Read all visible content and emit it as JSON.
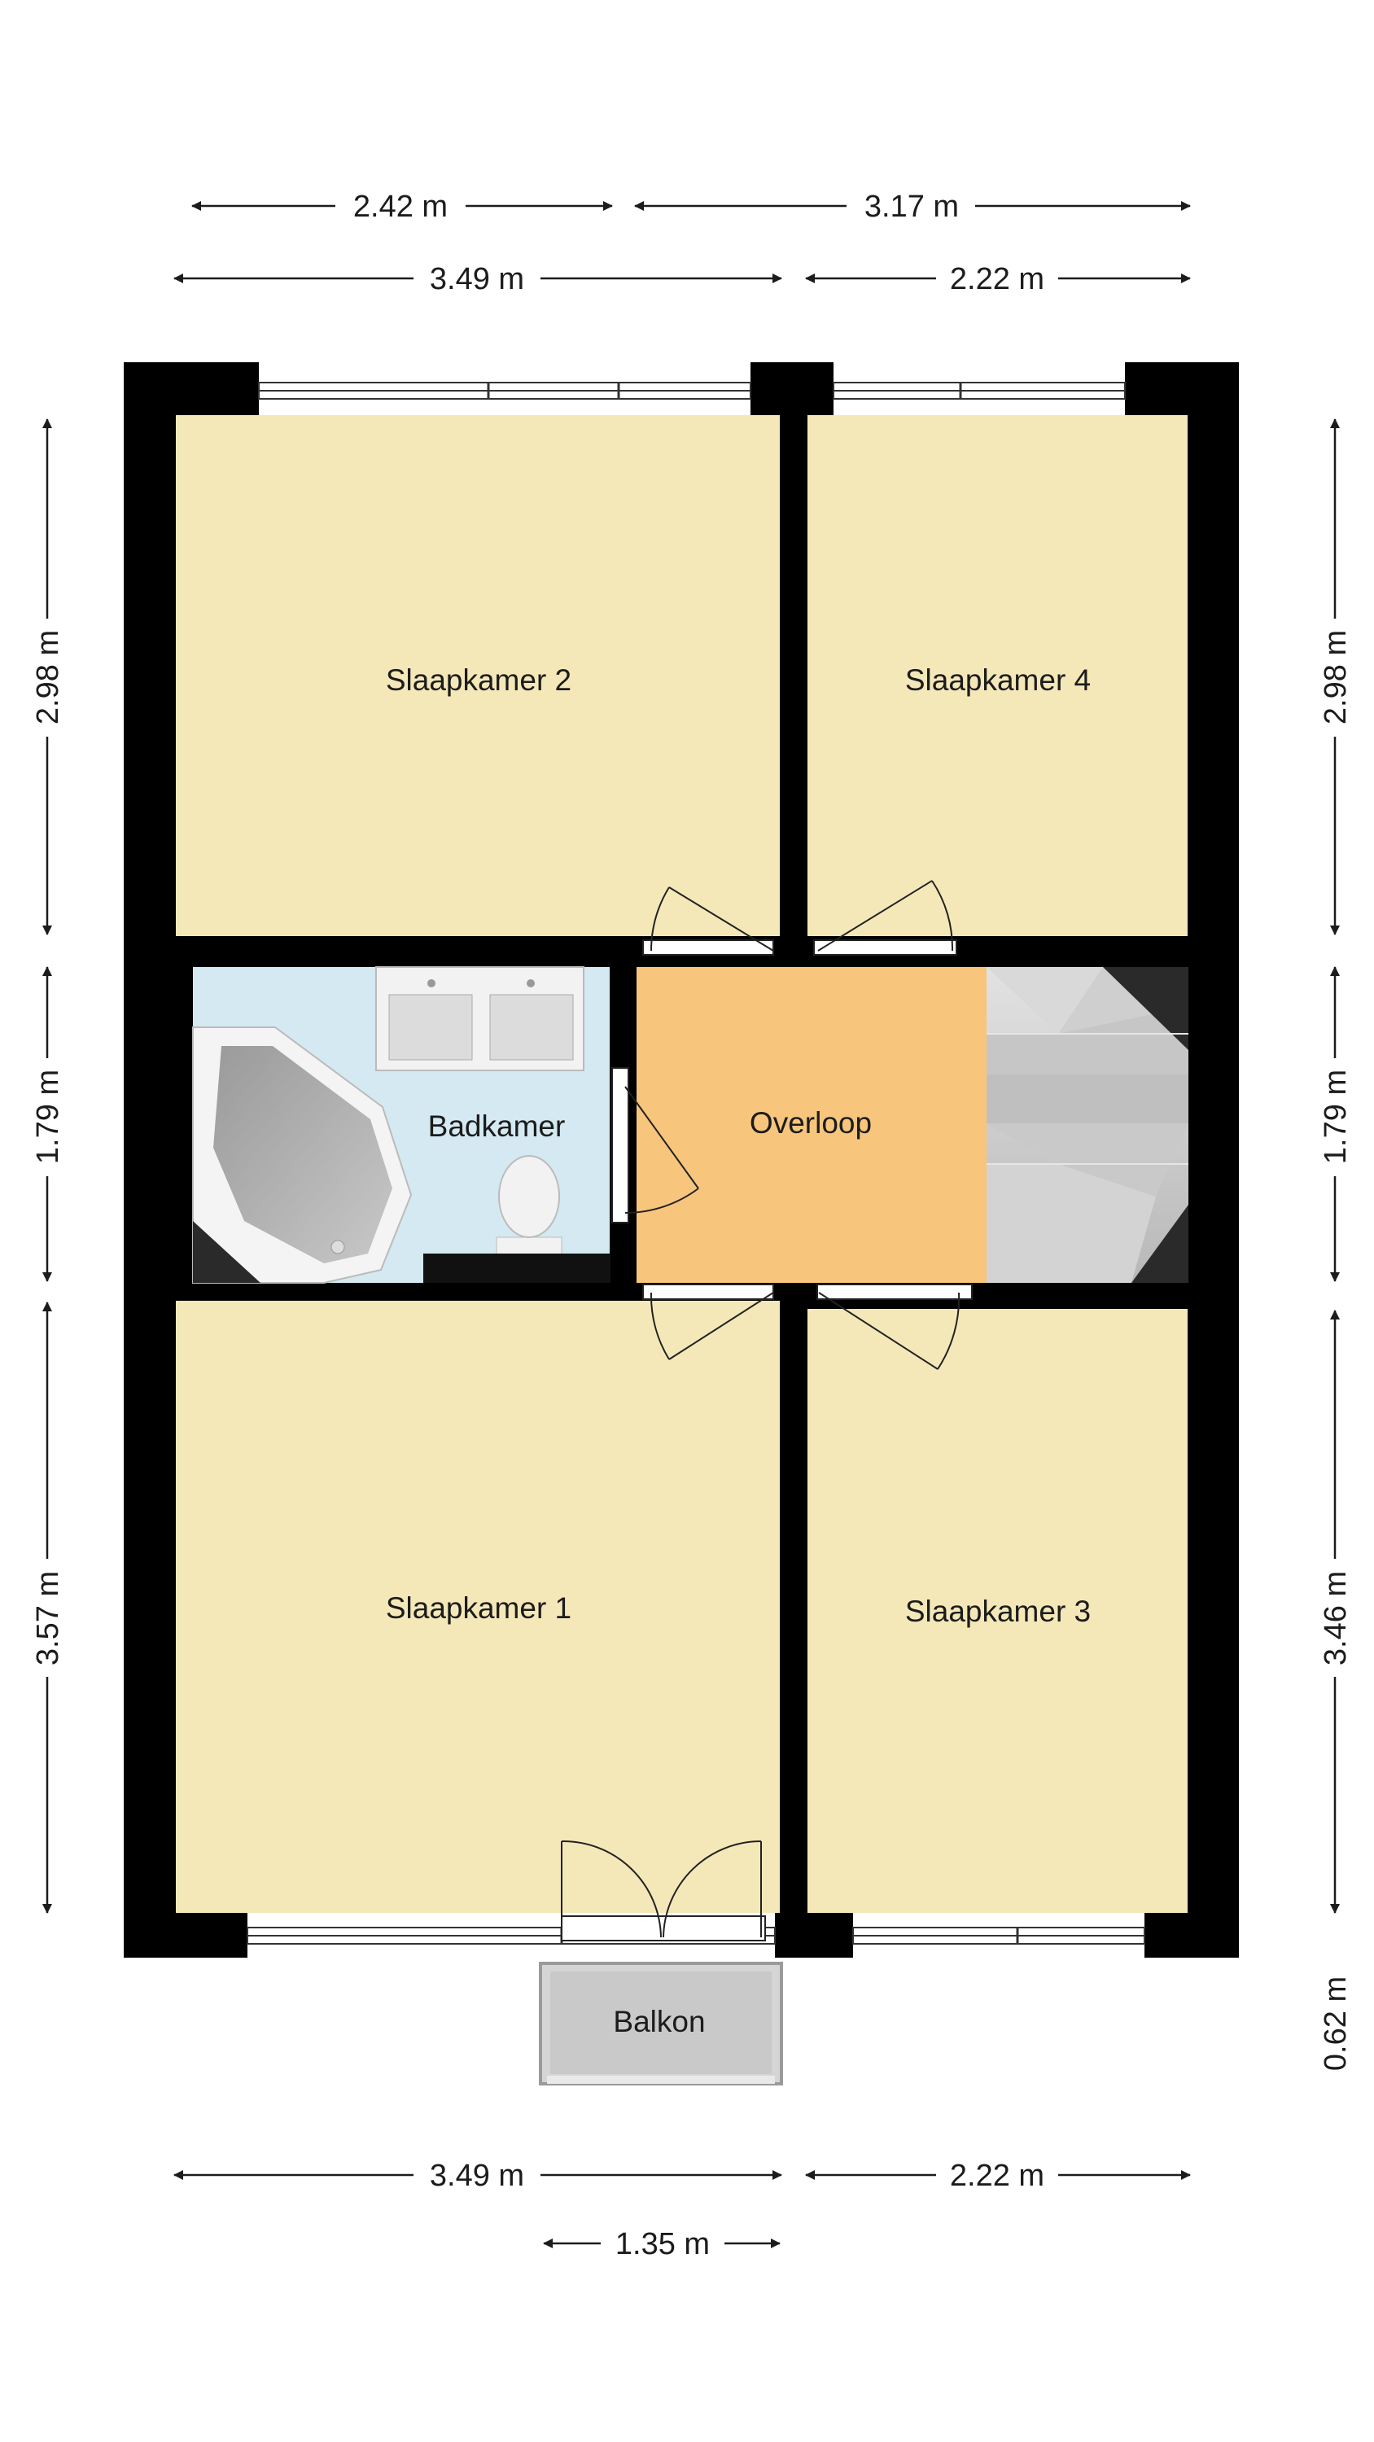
{
  "rooms": {
    "slaapkamer_2": "Slaapkamer 2",
    "slaapkamer_4": "Slaapkamer 4",
    "badkamer": "Badkamer",
    "overloop": "Overloop",
    "slaapkamer_1": "Slaapkamer 1",
    "slaapkamer_3": "Slaapkamer 3",
    "balkon": "Balkon"
  },
  "dimensions": {
    "top_row1_left": "2.42 m",
    "top_row1_right": "3.17 m",
    "top_row2_left": "3.49 m",
    "top_row2_right": "2.22 m",
    "left_upper": "2.98 m",
    "left_middle": "1.79 m",
    "left_lower": "3.57 m",
    "right_upper": "2.98 m",
    "right_middle": "1.79 m",
    "right_lower": "3.46 m",
    "right_balcony": "0.62 m",
    "bottom_row1_left": "3.49 m",
    "bottom_row1_right": "2.22 m",
    "bottom_balcony": "1.35 m"
  },
  "colors": {
    "wall": "#000000",
    "bedroom": "#f5e8b8",
    "bathroom": "#d4e9f1",
    "landing": "#f7c57c",
    "balcony": "#d5d5d5",
    "stairs": "#cfcfcf"
  }
}
